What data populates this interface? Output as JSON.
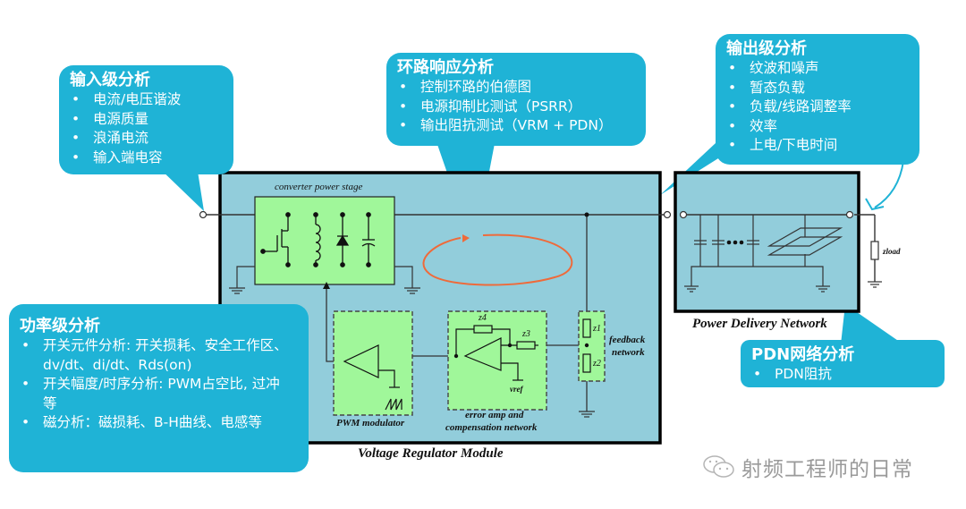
{
  "callouts": {
    "input_stage": {
      "title": "输入级分析",
      "items": [
        "电流/电压谐波",
        "电源质量",
        "浪涌电流",
        "输入端电容"
      ]
    },
    "loop_response": {
      "title": "环路响应分析",
      "items": [
        "控制环路的伯德图",
        "电源抑制比测试（PSRR）",
        "输出阻抗测试（VRM + PDN）"
      ]
    },
    "output_stage": {
      "title": "输出级分析",
      "items": [
        "纹波和噪声",
        "暂态负载",
        "负载/线路调整率",
        "效率",
        "上电/下电时间"
      ]
    },
    "power_stage": {
      "title": "功率级分析",
      "items": [
        "开关元件分析: 开关损耗、安全工作区、dv/dt、di/dt、Rds(on)",
        "开关幅度/时序分析: PWM占空比, 过冲等",
        "磁分析：磁损耗、B-H曲线、电感等"
      ]
    },
    "pdn": {
      "title": "PDN网络分析",
      "items": [
        "PDN阻抗"
      ]
    }
  },
  "diagram": {
    "vrm_label": "Voltage Regulator Module",
    "pdn_label": "Power Delivery Network",
    "converter_label": "converter power stage",
    "pwm_label": "PWM modulator",
    "error_amp_label_1": "error amp and",
    "error_amp_label_2": "compensation network",
    "feedback_label_1": "feedback",
    "feedback_label_2": "network",
    "z1": "z1",
    "z2": "z2",
    "z3": "z3",
    "z4": "z4",
    "vref": "vref",
    "zload": "zload"
  },
  "watermark": {
    "text": "射频工程师的日常",
    "icon": "wechat-icon"
  },
  "colors": {
    "callout": "#1fb3d6",
    "module_fill": "#92cddb",
    "block_fill": "#a0f79a",
    "loop_arrow": "#ef6a3a"
  }
}
